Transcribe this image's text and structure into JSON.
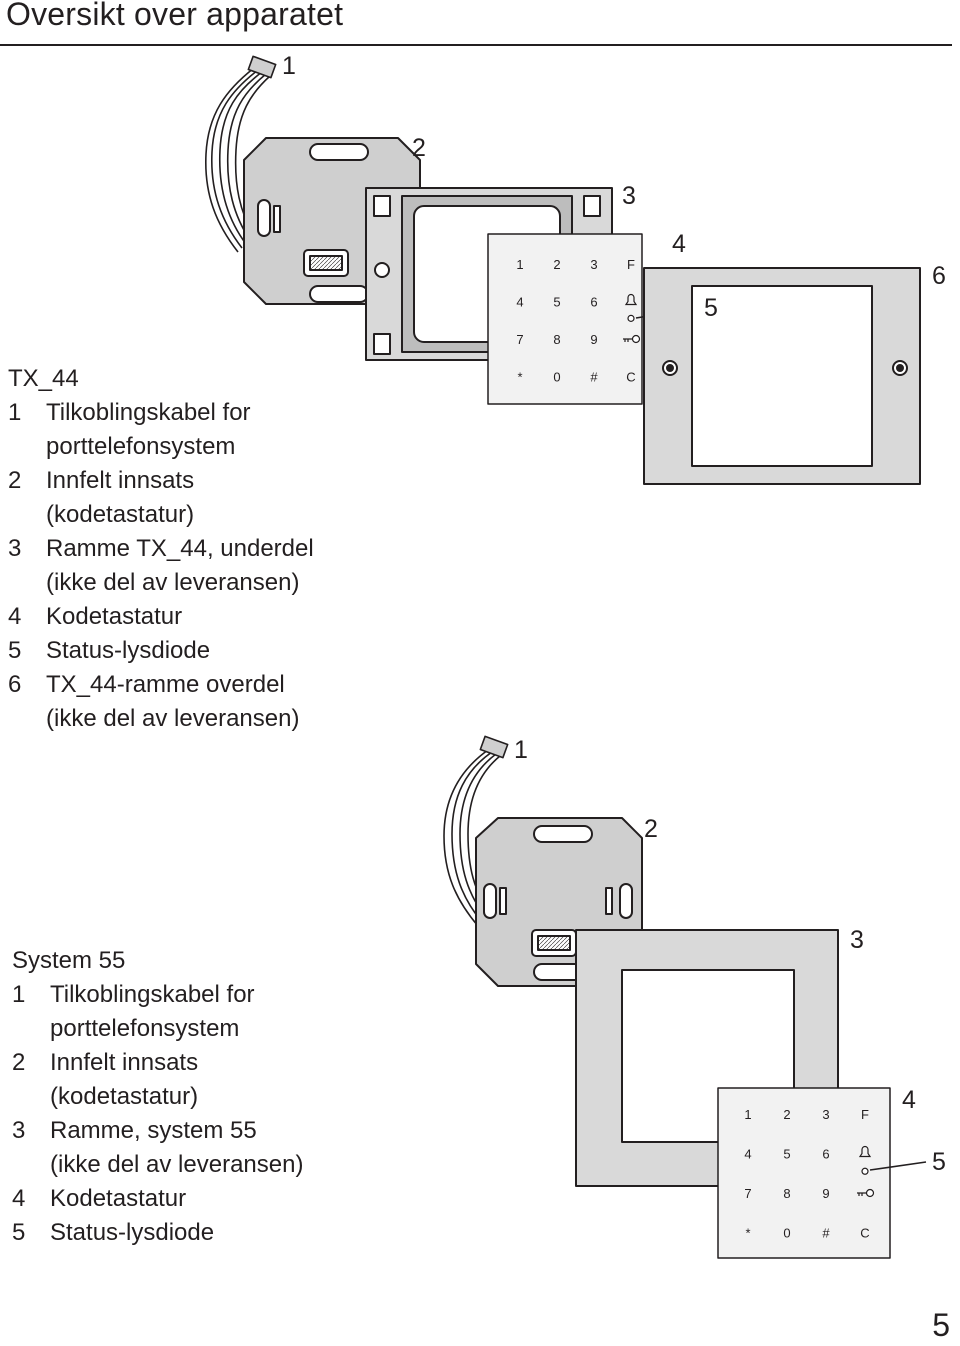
{
  "page": {
    "title": "Oversikt over apparatet",
    "page_number": "5"
  },
  "tx44": {
    "heading": "TX_44",
    "items": [
      {
        "num": "1",
        "lines": [
          "Tilkoblingskabel for",
          "porttelefonsystem"
        ]
      },
      {
        "num": "2",
        "lines": [
          "Innfelt innsats",
          "(kodetastatur)"
        ]
      },
      {
        "num": "3",
        "lines": [
          "Ramme TX_44, underdel",
          "(ikke del av leveransen)"
        ]
      },
      {
        "num": "4",
        "lines": [
          "Kodetastatur"
        ]
      },
      {
        "num": "5",
        "lines": [
          "Status-lysdiode"
        ]
      },
      {
        "num": "6",
        "lines": [
          "TX_44-ramme overdel",
          "(ikke del av leveransen)"
        ]
      }
    ],
    "callouts": [
      "1",
      "2",
      "3",
      "4",
      "5",
      "6"
    ]
  },
  "system55": {
    "heading": "System 55",
    "items": [
      {
        "num": "1",
        "lines": [
          "Tilkoblingskabel for",
          "porttelefonsystem"
        ]
      },
      {
        "num": "2",
        "lines": [
          "Innfelt innsats",
          "(kodetastatur)"
        ]
      },
      {
        "num": "3",
        "lines": [
          "Ramme, system 55",
          "(ikke del av leveransen)"
        ]
      },
      {
        "num": "4",
        "lines": [
          "Kodetastatur"
        ]
      },
      {
        "num": "5",
        "lines": [
          "Status-lysdiode"
        ]
      }
    ],
    "callouts": [
      "1",
      "2",
      "3",
      "4",
      "5"
    ]
  },
  "keypad": {
    "rows": [
      [
        "1",
        "2",
        "3",
        "F"
      ],
      [
        "4",
        "5",
        "6",
        "bell-icon"
      ],
      [
        "7",
        "8",
        "9",
        "key-icon"
      ],
      [
        "*",
        "0",
        "#",
        "C"
      ]
    ]
  },
  "colors": {
    "ink": "#231f20",
    "frame_gray": "#d9d9d9",
    "insert_gray": "#cfcfcf",
    "keypad_light": "#f2f2f2"
  }
}
